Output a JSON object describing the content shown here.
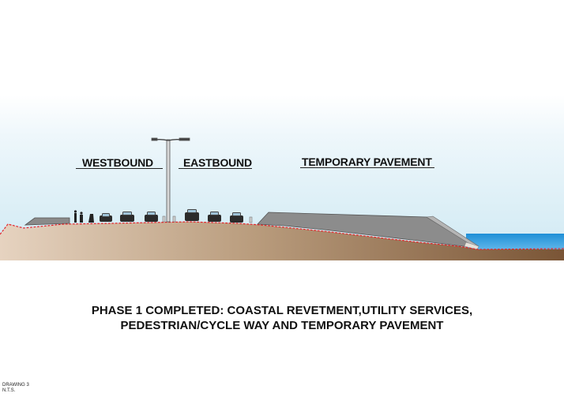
{
  "labels": {
    "westbound": "WESTBOUND",
    "eastbound": "EASTBOUND",
    "temporary_pavement": "TEMPORARY PAVEMENT"
  },
  "caption": {
    "line1": "PHASE 1 COMPLETED: COASTAL REVETMENT,UTILITY SERVICES,",
    "line2": "PEDESTRIAN/CYCLE WAY AND TEMPORARY PAVEMENT"
  },
  "drawing": {
    "number": "DRAWING 3",
    "scale": "N.T.S."
  },
  "colors": {
    "sky_top": "#ffffff",
    "sky_bottom": "#cfe9f3",
    "ground_left": "#e6d3c0",
    "ground_right": "#7a5536",
    "pavement": "#8c8c8c",
    "sea": "#1f8fd6",
    "profile_line": "#e3262a"
  }
}
